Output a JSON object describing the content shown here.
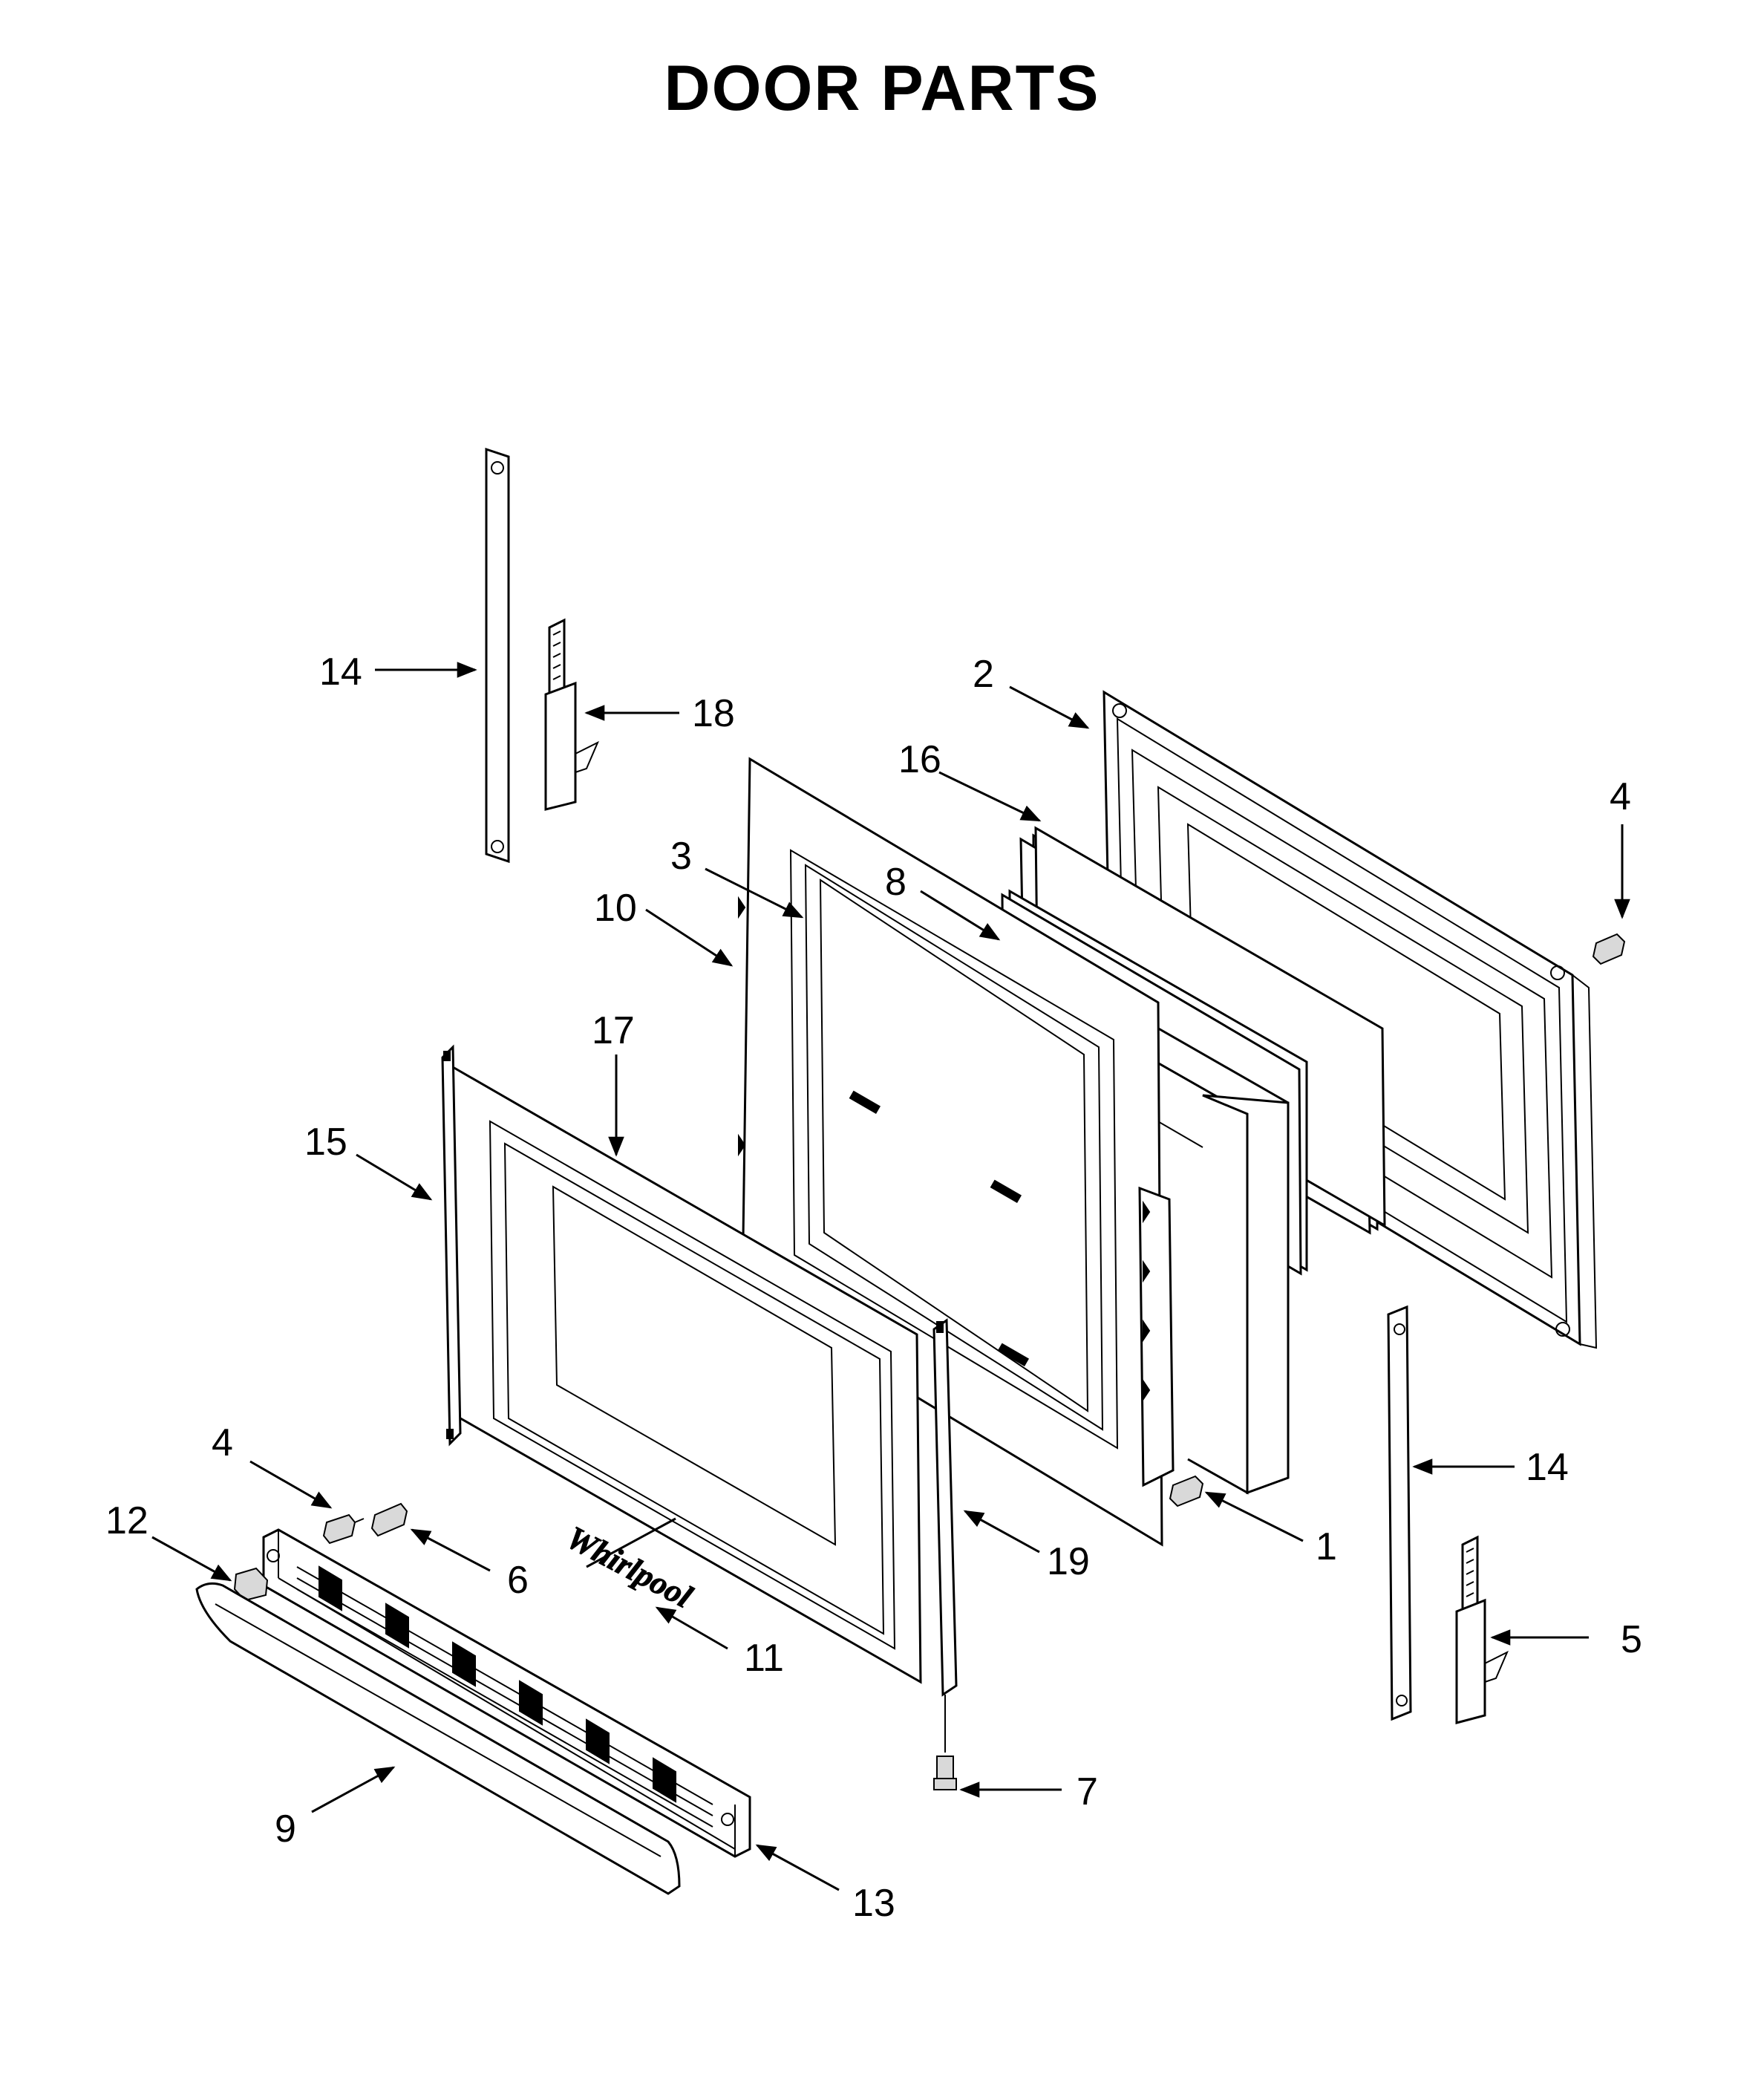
{
  "title": "DOOR PARTS",
  "callouts": {
    "c1": "1",
    "c2": "2",
    "c3": "3",
    "c4a": "4",
    "c4b": "4",
    "c5": "5",
    "c6": "6",
    "c7": "7",
    "c8": "8",
    "c9": "9",
    "c10": "10",
    "c11": "11",
    "c12": "12",
    "c13": "13",
    "c14a": "14",
    "c14b": "14",
    "c15": "15",
    "c16": "16",
    "c17": "17",
    "c18": "18",
    "c19": "19"
  },
  "brand_mark": "Whirlpool"
}
